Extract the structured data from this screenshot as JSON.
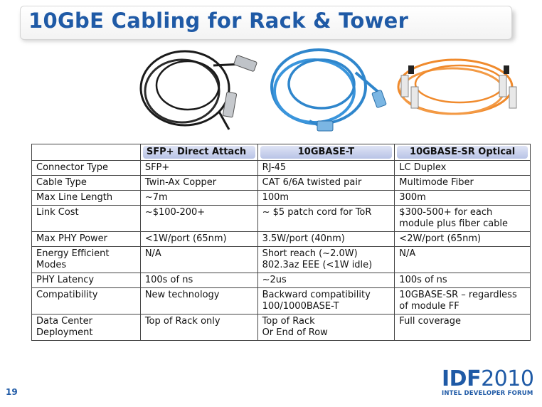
{
  "title": "10GbE Cabling for Rack & Tower",
  "table": {
    "headers": [
      "",
      "SFP+ Direct Attach",
      "10GBASE-T",
      "10GBASE-SR Optical"
    ],
    "rows": [
      [
        "Connector Type",
        "SFP+",
        "RJ-45",
        "LC Duplex"
      ],
      [
        "Cable Type",
        "Twin-Ax Copper",
        "CAT 6/6A twisted pair",
        "Multimode Fiber"
      ],
      [
        "Max Line Length",
        "~7m",
        "100m",
        "300m"
      ],
      [
        "Link Cost",
        "~$100-200+",
        "~ $5 patch cord for ToR",
        "$300-500+ for each module plus fiber cable"
      ],
      [
        "Max PHY Power",
        "<1W/port (65nm)",
        "3.5W/port (40nm)",
        "<2W/port (65nm)"
      ],
      [
        "Energy Efficient Modes",
        "N/A",
        "Short reach (~2.0W)\n802.3az EEE (<1W idle)",
        "N/A"
      ],
      [
        "PHY Latency",
        "100s of ns",
        "~2us",
        "100s of ns"
      ],
      [
        "Compatibility",
        "New technology",
        "Backward compatibility 100/1000BASE-T",
        "10GBASE-SR – regardless of module FF"
      ],
      [
        "Data Center Deployment",
        "Top of Rack only",
        "Top of Rack\nOr End of Row",
        "Full coverage"
      ]
    ]
  },
  "page_number": "19",
  "logo": {
    "idf": "IDF",
    "year": "2010",
    "sub": "INTEL DEVELOPER FORUM"
  },
  "colors": {
    "accent": "#1f5aa6",
    "sfp_cable": "#1a1a1a",
    "rj45_cable": "#2f86cc",
    "fiber_cable": "#f08a2c"
  }
}
